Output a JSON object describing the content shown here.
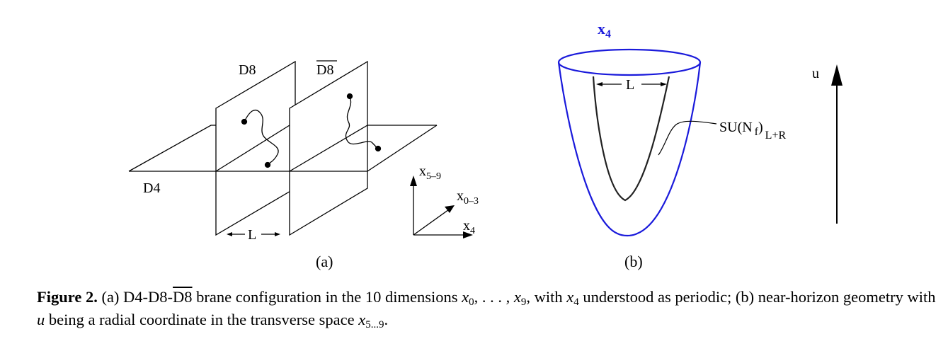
{
  "panel_a": {
    "label_d8": "D8",
    "label_d8bar": "D8",
    "label_d4": "D4",
    "label_L": "L",
    "axis_x59": "x",
    "axis_x59_sub": "5–9",
    "axis_x03": "x",
    "axis_x03_sub": "0–3",
    "axis_x4": "x",
    "axis_x4_sub": "4",
    "caption": "(a)"
  },
  "panel_b": {
    "label_x4": "x",
    "label_x4_sub": "4",
    "label_L": "L",
    "label_su": "SU(N",
    "label_su_f": "f",
    "label_su_close": ")",
    "label_su_sub": "L+R",
    "label_u": "u",
    "caption": "(b)",
    "accent_color": "#1a1adb"
  },
  "caption": {
    "fig": "Figure 2.",
    "t1": " (a) D4-D8-",
    "d8bar": "D8",
    "t2": " brane configuration in the 10 dimensions ",
    "x0": "x",
    "x0_sub": "0",
    "t3": ", . . . , ",
    "x9": "x",
    "x9_sub": "9",
    "t4": ", with ",
    "x4": "x",
    "x4_sub": "4",
    "t5": " understood as periodic; (b) near-horizon geometry with ",
    "u": "u",
    "t6": " being a radial coordinate in the transverse space ",
    "x59": "x",
    "x59_sub": "5...9",
    "t7": "."
  }
}
